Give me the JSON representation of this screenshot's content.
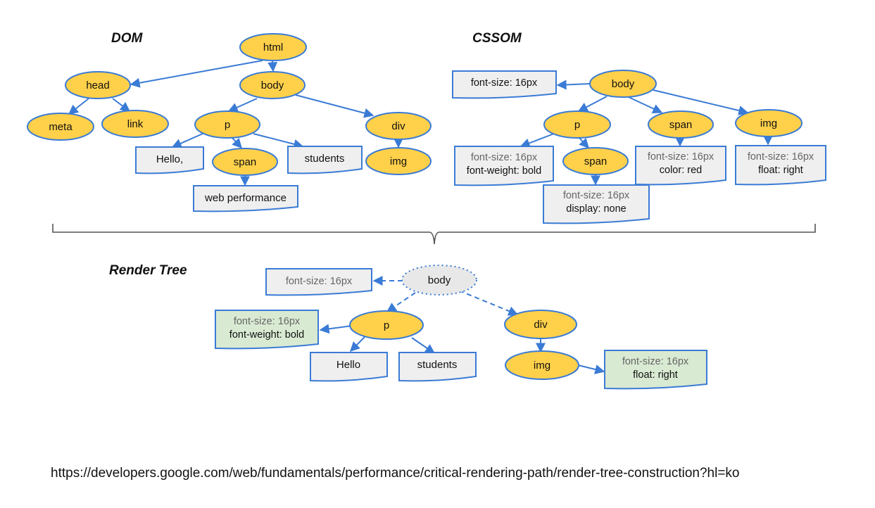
{
  "titles": {
    "dom": "DOM",
    "cssom": "CSSOM",
    "render": "Render Tree"
  },
  "colors": {
    "node": "#ffd04a",
    "node_stroke": "#3a7bd5",
    "doc": "#efefef",
    "doc_stroke": "#3a7bd5",
    "doc_green": "#d9ead3",
    "edge": "#3a7bd5"
  },
  "dom": {
    "html": "html",
    "head": "head",
    "body": "body",
    "meta": "meta",
    "link": "link",
    "p": "p",
    "div": "div",
    "span": "span",
    "img": "img",
    "hello": "Hello,",
    "students": "students",
    "web_performance": "web performance"
  },
  "cssom": {
    "body": "body",
    "body_style": "font-size: 16px",
    "p": "p",
    "p_style_1": "font-size: 16px",
    "p_style_2": "font-weight: bold",
    "span": "span",
    "span_style_1": "font-size: 16px",
    "span_style_2": "color: red",
    "img": "img",
    "img_style_1": "font-size: 16px",
    "img_style_2": "float: right",
    "p_span": "span",
    "p_span_style_1": "font-size: 16px",
    "p_span_style_2": "display: none"
  },
  "render": {
    "body": "body",
    "body_style": "font-size: 16px",
    "p": "p",
    "p_style_1": "font-size: 16px",
    "p_style_2": "font-weight: bold",
    "div": "div",
    "img": "img",
    "img_style_1": "font-size: 16px",
    "img_style_2": "float: right",
    "hello": "Hello",
    "students": "students"
  },
  "source_url": "https://developers.google.com/web/fundamentals/performance/critical-rendering-path/render-tree-construction?hl=ko"
}
